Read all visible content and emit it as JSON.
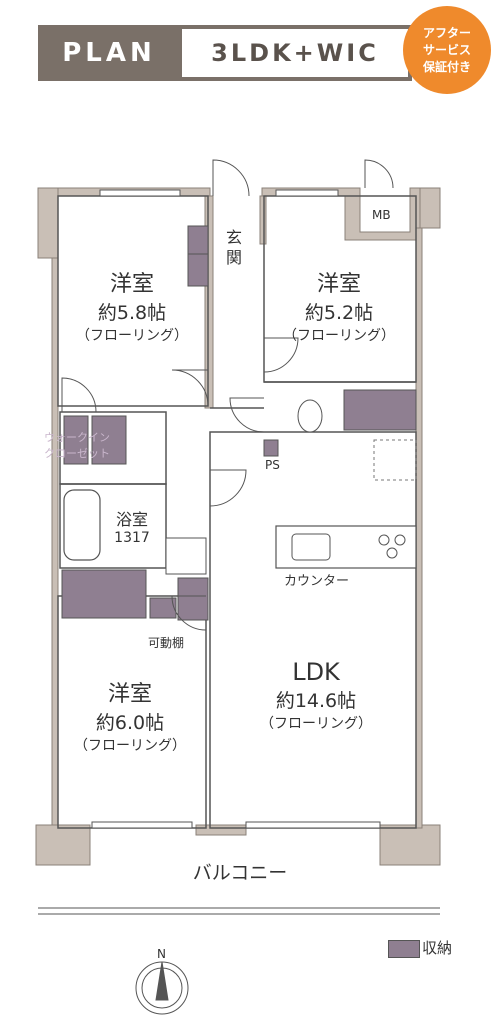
{
  "header": {
    "plan_label": "PLAN",
    "layout_type": "3LDK+WIC",
    "badge_lines": [
      "アフター",
      "サービス",
      "保証付き"
    ]
  },
  "rooms": {
    "western_1": {
      "name": "洋室",
      "size": "約5.8帖",
      "floor": "（フローリング）"
    },
    "western_2": {
      "name": "洋室",
      "size": "約5.2帖",
      "floor": "（フローリング）"
    },
    "western_3": {
      "name": "洋室",
      "size": "約6.0帖",
      "floor": "（フローリング）"
    },
    "ldk": {
      "name": "LDK",
      "size": "約14.6帖",
      "floor": "（フローリング）"
    },
    "bath": {
      "name": "浴室",
      "size": "1317"
    }
  },
  "labels": {
    "entrance": "玄関",
    "mb": "MB",
    "ps": "PS",
    "wic_line1": "ウォークイン",
    "wic_line2": "クローゼット",
    "counter": "カウンター",
    "movable_shelf": "可動棚",
    "balcony": "バルコニー",
    "north": "N"
  },
  "legend": {
    "storage_label": "収納",
    "storage_color": "#8f7f91"
  },
  "colors": {
    "wall": "#c9bfb6",
    "header": "#7a7068",
    "badge": "#ef8a2c"
  }
}
